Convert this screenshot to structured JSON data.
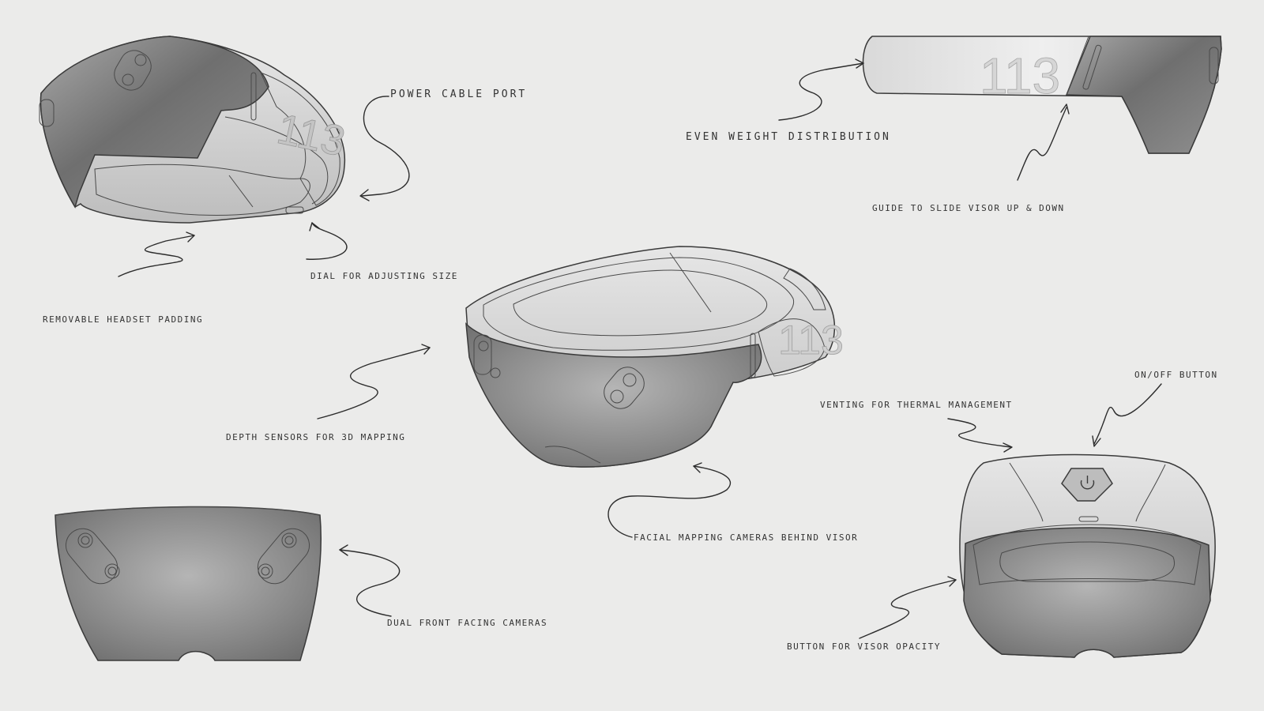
{
  "annotations": {
    "power_cable_port": "POWER CABLE PORT",
    "removable_headset_padding": "REMOVABLE HEADSET PADDING",
    "dial_for_adjusting_size": "DIAL FOR ADJUSTING SIZE",
    "even_weight_distribution": "EVEN WEIGHT DISTRIBUTION",
    "guide_to_slide_visor": "GUIDE TO SLIDE VISOR UP & DOWN",
    "depth_sensors": "DEPTH SENSORS FOR 3D MAPPING",
    "facial_mapping_cameras": "FACIAL MAPPING CAMERAS BEHIND VISOR",
    "on_off_button": "ON/OFF BUTTON",
    "venting": "VENTING FOR THERMAL MANAGEMENT",
    "dual_front_facing_cameras": "DUAL FRONT FACING CAMERAS",
    "button_for_visor_opacity": "BUTTON FOR VISOR OPACITY"
  },
  "branding": {
    "mark_text": "113"
  },
  "colors": {
    "background": "#ebebea",
    "ink": "#2c2c2c",
    "visor_dark": "#7c7c7c",
    "visor_light": "#c9c9c9"
  },
  "icons": [
    "power-icon"
  ]
}
